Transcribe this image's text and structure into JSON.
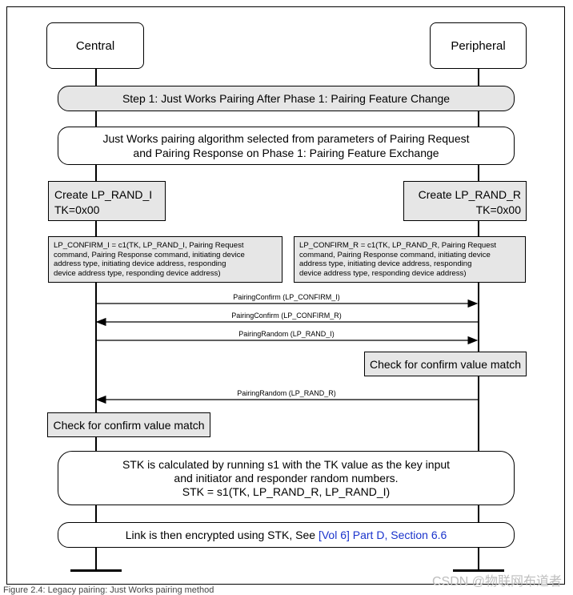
{
  "central": "Central",
  "peripheral": "Peripheral",
  "step": "Step 1: Just Works Pairing After Phase 1: Pairing Feature Change",
  "algo": [
    "Just Works pairing algorithm selected from parameters of Pairing Request",
    "and Pairing Response on Phase 1: Pairing Feature Exchange"
  ],
  "create_i": [
    "Create LP_RAND_I",
    "TK=0x00"
  ],
  "create_r": [
    "Create LP_RAND_R",
    "TK=0x00"
  ],
  "confirm_i": [
    "LP_CONFIRM_I = c1(TK, LP_RAND_I, Pairing Request",
    "command, Pairing Response command, initiating device",
    "address type, initiating device address, responding",
    "device address type, responding device address)"
  ],
  "confirm_r": [
    "LP_CONFIRM_R = c1(TK, LP_RAND_R, Pairing Request",
    "command, Pairing Response command, initiating device",
    "address type, initiating device address, responding",
    "device address type, responding device address)"
  ],
  "msgs": [
    "PairingConfirm (LP_CONFIRM_I)",
    "PairingConfirm (LP_CONFIRM_R)",
    "PairingRandom (LP_RAND_I)",
    "PairingRandom (LP_RAND_R)"
  ],
  "check_r": "Check for confirm value match",
  "check_i": "Check for confirm value match",
  "stk": [
    "STK is calculated by running s1 with the TK value as the key input",
    "and initiator and responder random numbers.",
    "STK = s1(TK, LP_RAND_R, LP_RAND_I)"
  ],
  "link_pre": "Link is then encrypted using STK, See",
  "link_ref": "[Vol 6] Part D, Section 6.6",
  "caption": "Figure 2.4: Legacy pairing: Just Works pairing method",
  "watermark": "CSDN @物联网布道者"
}
